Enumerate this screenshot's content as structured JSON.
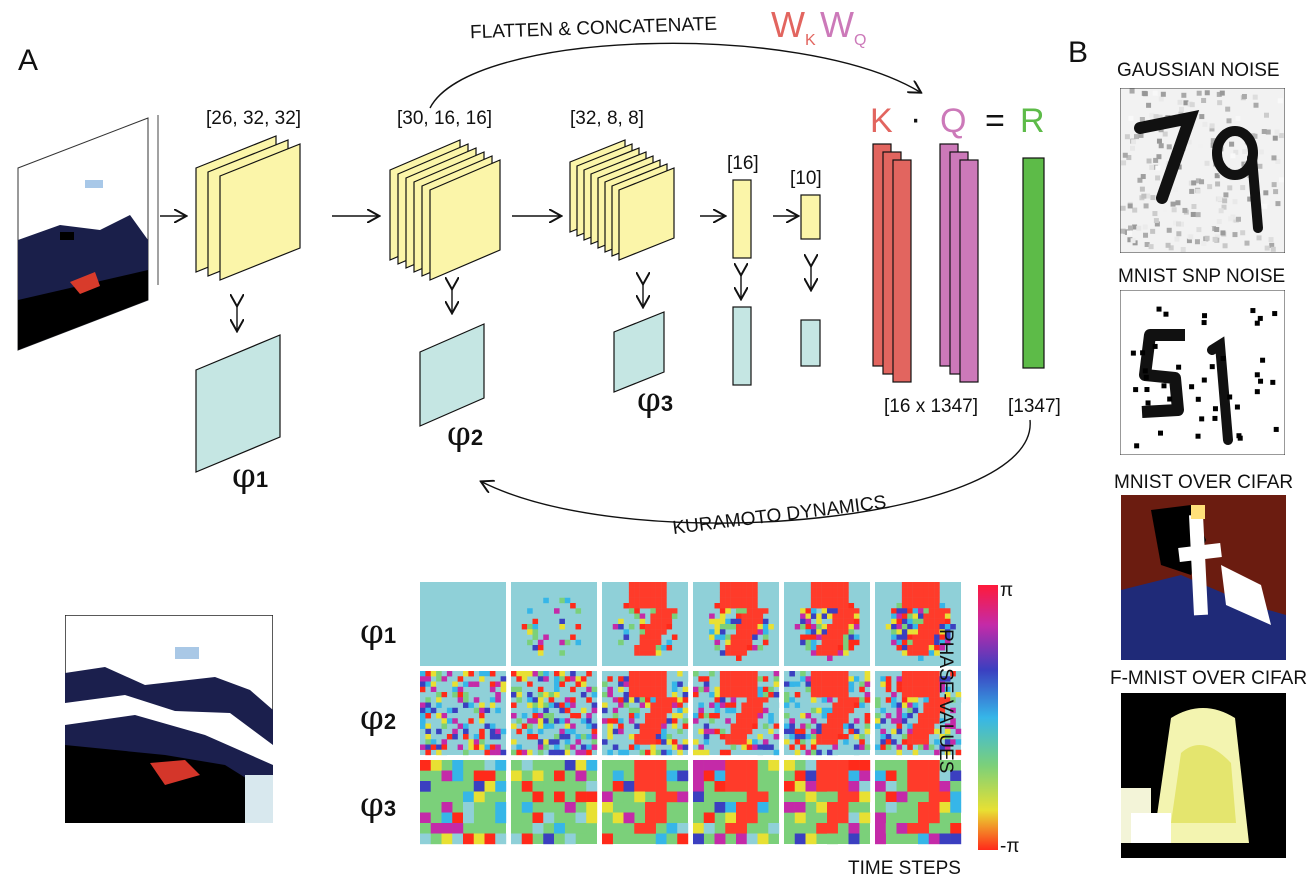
{
  "panel_a": {
    "letter": "A",
    "flatten_label": "FLATTEN & CONCATENATE",
    "kuramoto_label": "KURAMOTO DYNAMICS",
    "wk_main": "W",
    "wk_sub": "K",
    "wq_main": "W",
    "wq_sub": "Q",
    "eq_k": "K",
    "eq_dot": "·",
    "eq_q": "Q",
    "eq_equals": "=",
    "eq_r": "R",
    "shapes": {
      "layer1": "[26, 32, 32]",
      "layer2": "[30, 16, 16]",
      "layer3": "[32, 8, 8]",
      "layer4": "[16]",
      "layer5": "[10]",
      "kq": "[16 x 1347]",
      "r": "[1347]"
    },
    "phases": {
      "phi_symbol": "φ",
      "sub1": "1",
      "sub2": "2",
      "sub3": "3"
    },
    "grid": {
      "phi_symbol": "φ",
      "rows": [
        "1",
        "2",
        "3"
      ],
      "colorbar_label": "PHASE-VALUES",
      "colorbar_top": "π",
      "colorbar_bottom": "-π",
      "time_label": "TIME STEPS"
    }
  },
  "panel_b": {
    "letter": "B",
    "examples": [
      "GAUSSIAN NOISE",
      "MNIST SNP NOISE",
      "MNIST OVER CIFAR",
      "F-MNIST OVER CIFAR"
    ]
  },
  "colors": {
    "feature_map": "#fbf5a9",
    "phase_map": "#c5e6e3",
    "key": "#e2655f",
    "query": "#cc79b9",
    "result": "#5dbb48"
  }
}
